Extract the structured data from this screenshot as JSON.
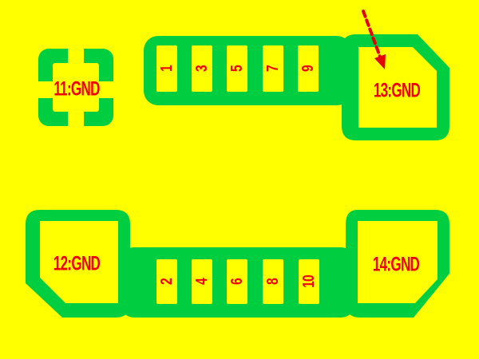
{
  "colors": {
    "background": "#FFFF00",
    "pad": "#00CE41",
    "label": "#F20000",
    "annotation": "#E40000"
  },
  "pads": {
    "gnd11": "11:GND",
    "gnd12": "12:GND",
    "gnd13": "13:GND",
    "gnd14": "14:GND"
  },
  "pins": {
    "top": [
      "1",
      "3",
      "5",
      "7",
      "9"
    ],
    "bottom": [
      "2",
      "4",
      "6",
      "8",
      "10"
    ]
  }
}
